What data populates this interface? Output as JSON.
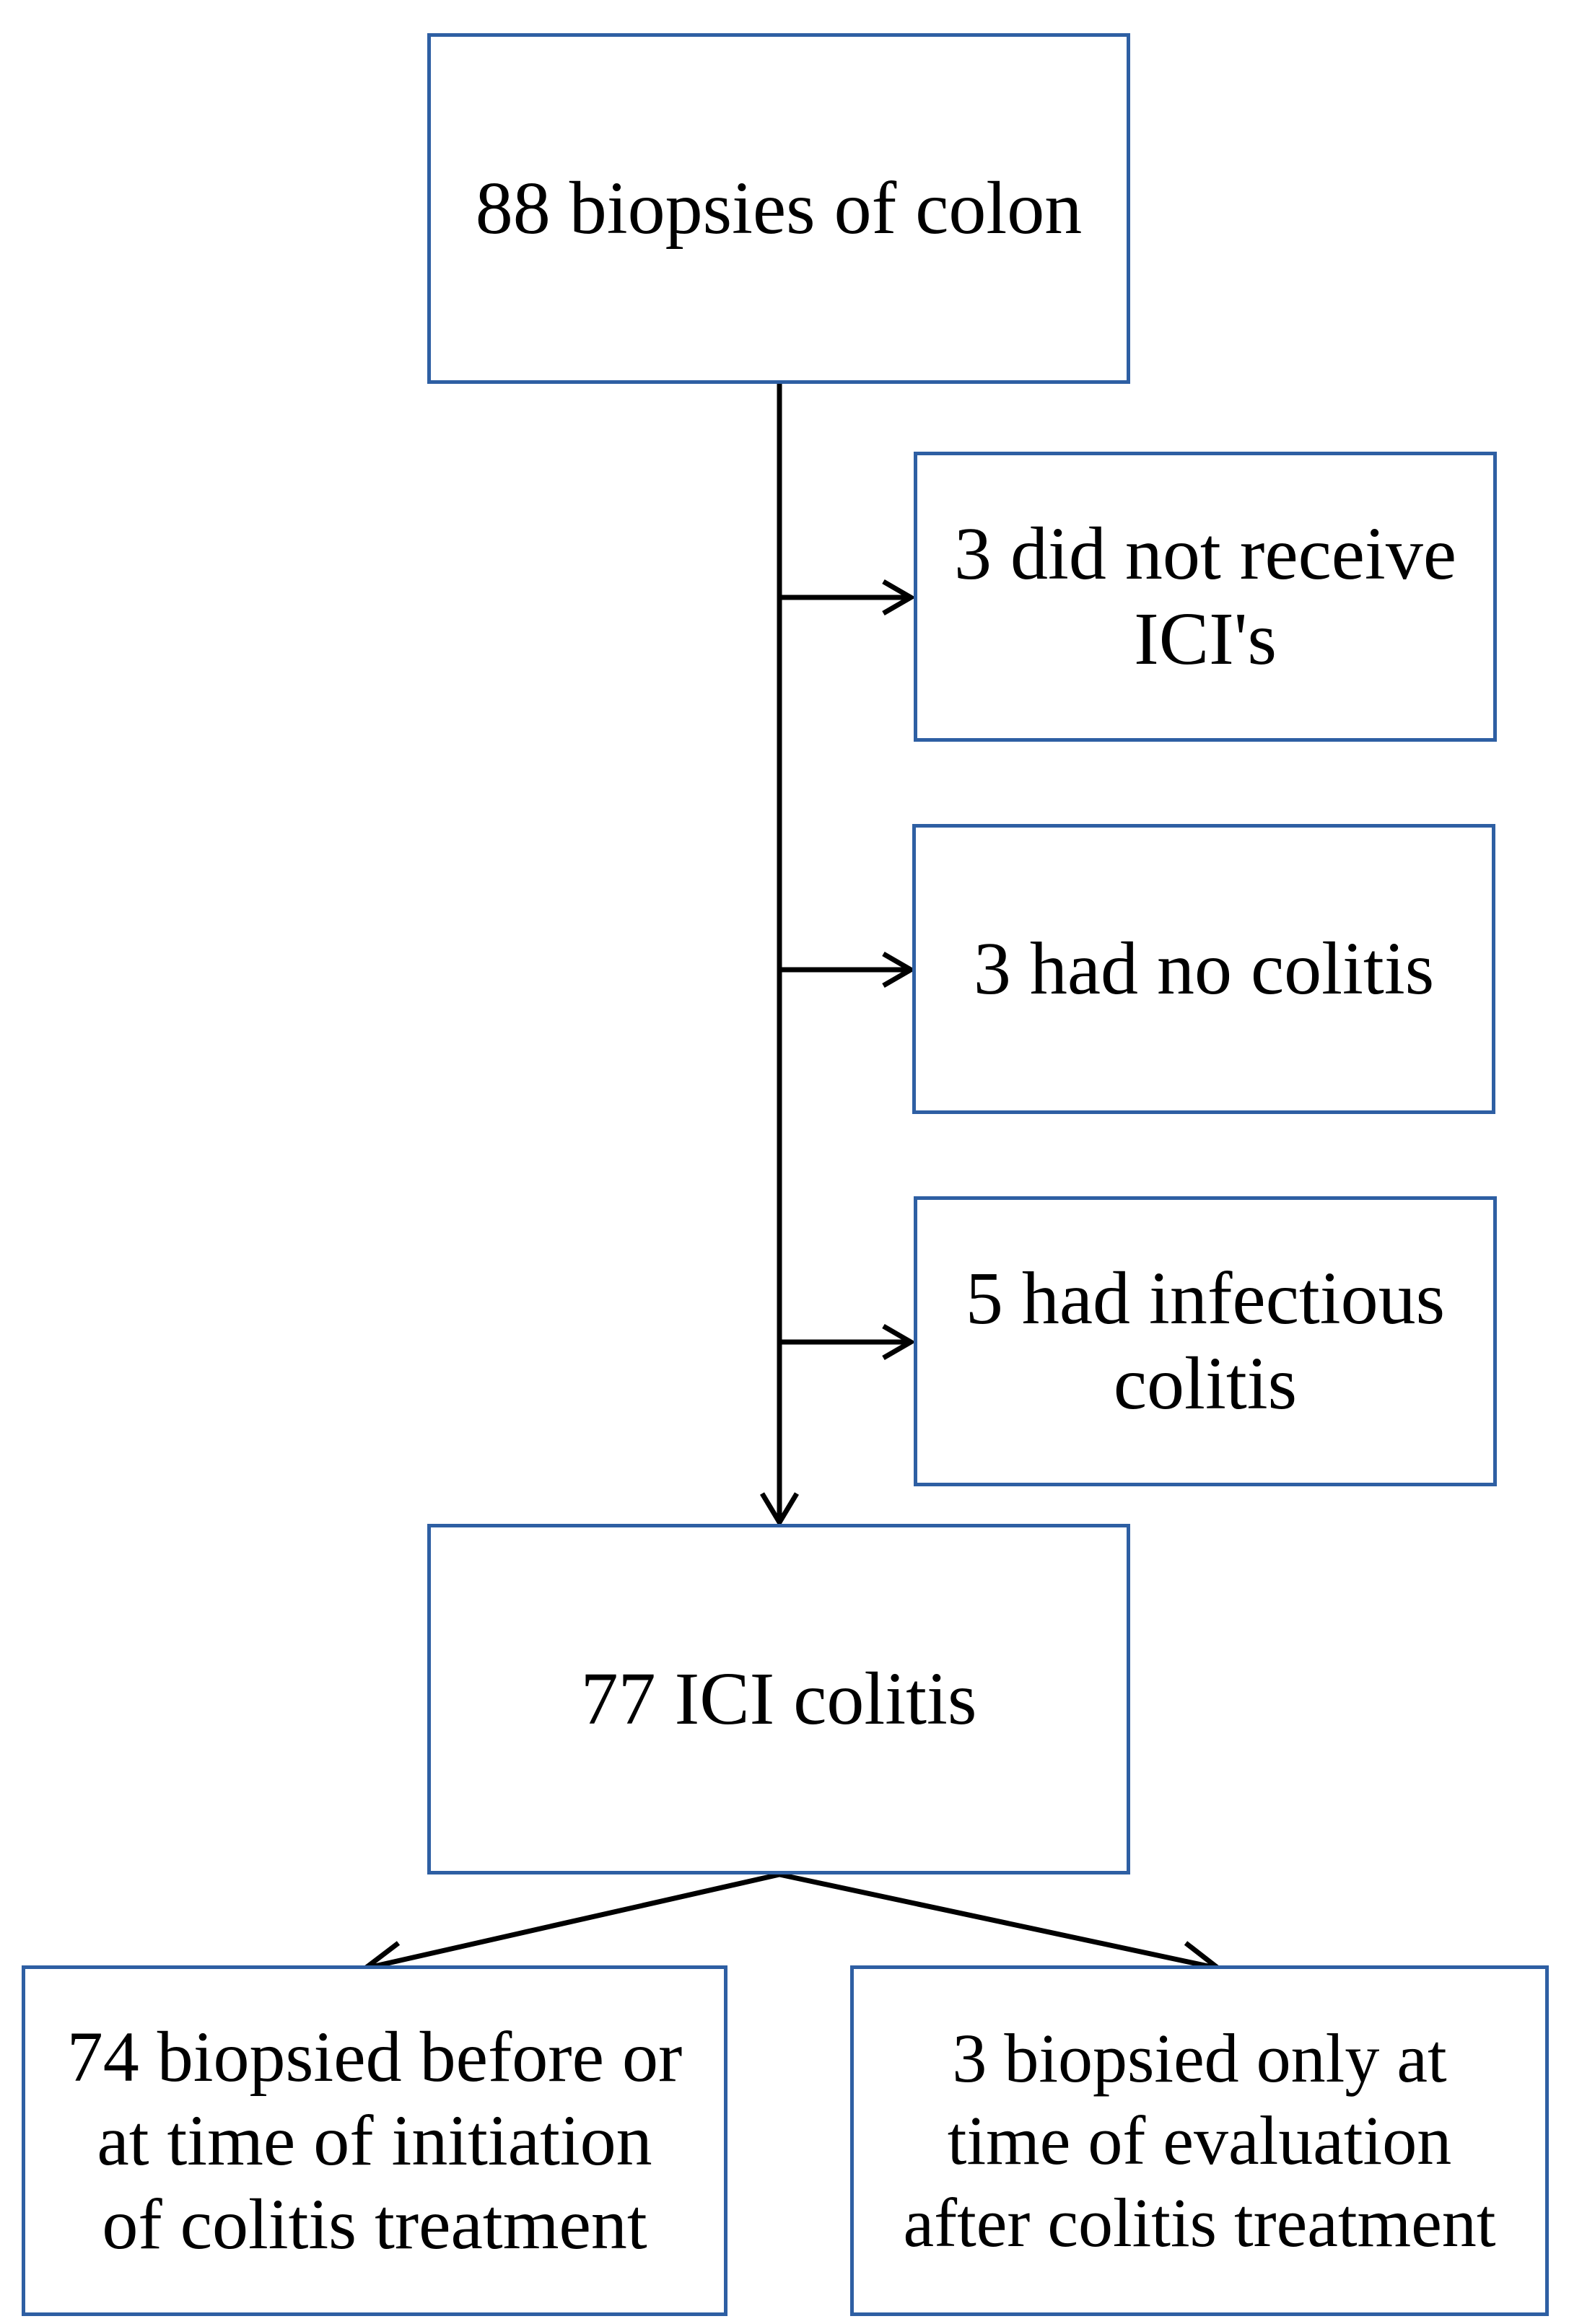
{
  "nodes": {
    "start": "88 biopsies of colon",
    "excl_no_ici": "3 did not receive\nICI's",
    "excl_no_colitis": "3 had no colitis",
    "excl_infectious": "5 had infectious\ncolitis",
    "ici_colitis": "77 ICI colitis",
    "before_treatment": "74 biopsied before or\nat time of initiation\nof colitis treatment",
    "after_treatment": "3 biopsied only at\ntime of evaluation\nafter colitis treatment"
  },
  "colors": {
    "box_border": "#2e5fa3",
    "arrow": "#000000",
    "text": "#000000",
    "background": "#ffffff"
  }
}
